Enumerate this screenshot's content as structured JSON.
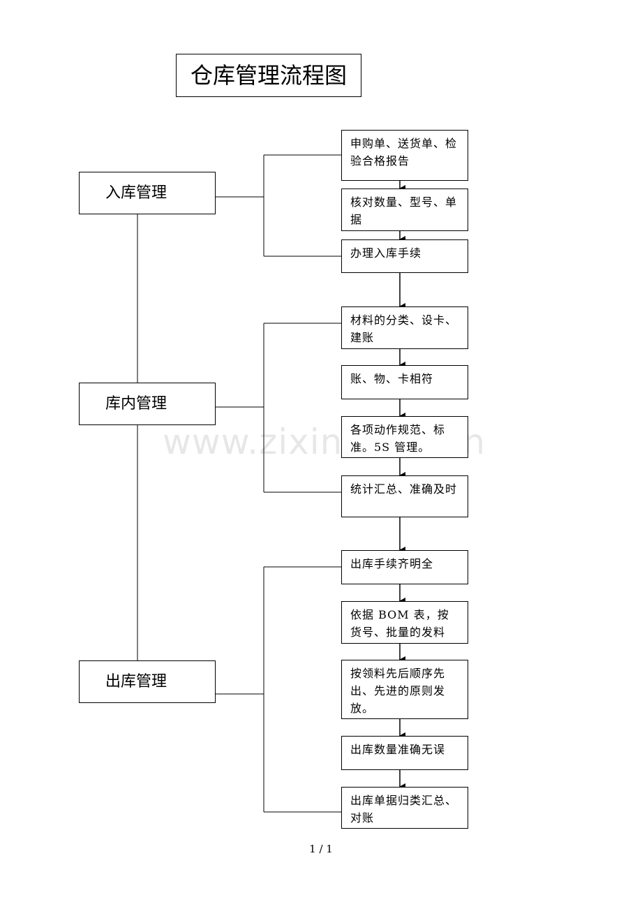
{
  "title": "仓库管理流程图",
  "sections": [
    {
      "label": "入库管理",
      "steps": [
        "申购单、送货单、检验合格报告",
        "核对数量、型号、单据",
        "办理入库手续"
      ]
    },
    {
      "label": "库内管理",
      "steps": [
        "材料的分类、设卡、建账",
        "账、物、卡相符",
        "各项动作规范、标准。5S 管理。",
        "统计汇总、准确及时"
      ]
    },
    {
      "label": "出库管理",
      "steps": [
        "出库手续齐明全",
        "依据 BOM 表，按货号、批量的发料",
        "按领料先后顺序先出、先进的原则发放。",
        "出库数量准确无误",
        "出库单据归类汇总、对账"
      ]
    }
  ],
  "page_number": "1 / 1",
  "watermark": "www.zixin.com.cn"
}
